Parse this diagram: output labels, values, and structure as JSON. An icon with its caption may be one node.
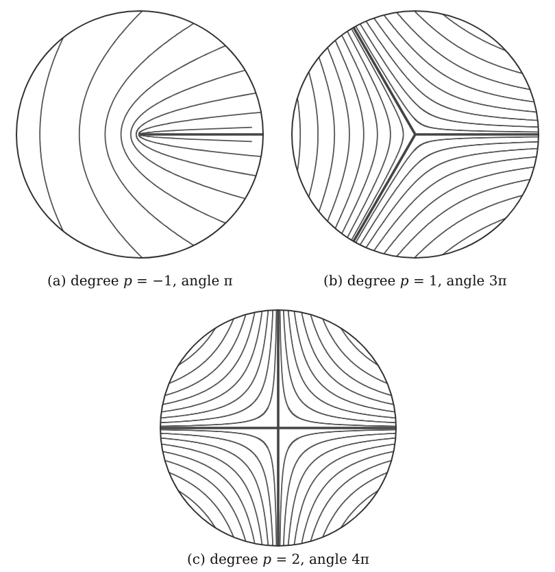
{
  "diagram": {
    "labels": [
      "(a) degree *p* = −1, angle π",
      "(b) degree *p* = 1, angle 3π",
      "(c) degree *p* = 2, angle 4π"
    ]
  }
}
